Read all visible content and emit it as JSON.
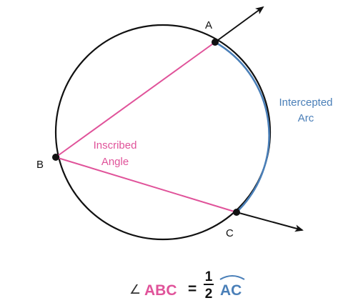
{
  "points": {
    "a": "A",
    "b": "B",
    "c": "C"
  },
  "labels": {
    "inscribed_line1": "Inscribed",
    "inscribed_line2": "Angle",
    "intercepted_line1": "Intercepted",
    "intercepted_line2": "Arc"
  },
  "formula": {
    "angle_symbol": "∠",
    "angle_name": "ABC",
    "equals": "=",
    "numerator": "1",
    "denominator": "2",
    "arc_name": "AC"
  },
  "colors": {
    "circle": "#111111",
    "arc": "#4a7fb8",
    "angle": "#e0539a",
    "point": "#111111"
  }
}
